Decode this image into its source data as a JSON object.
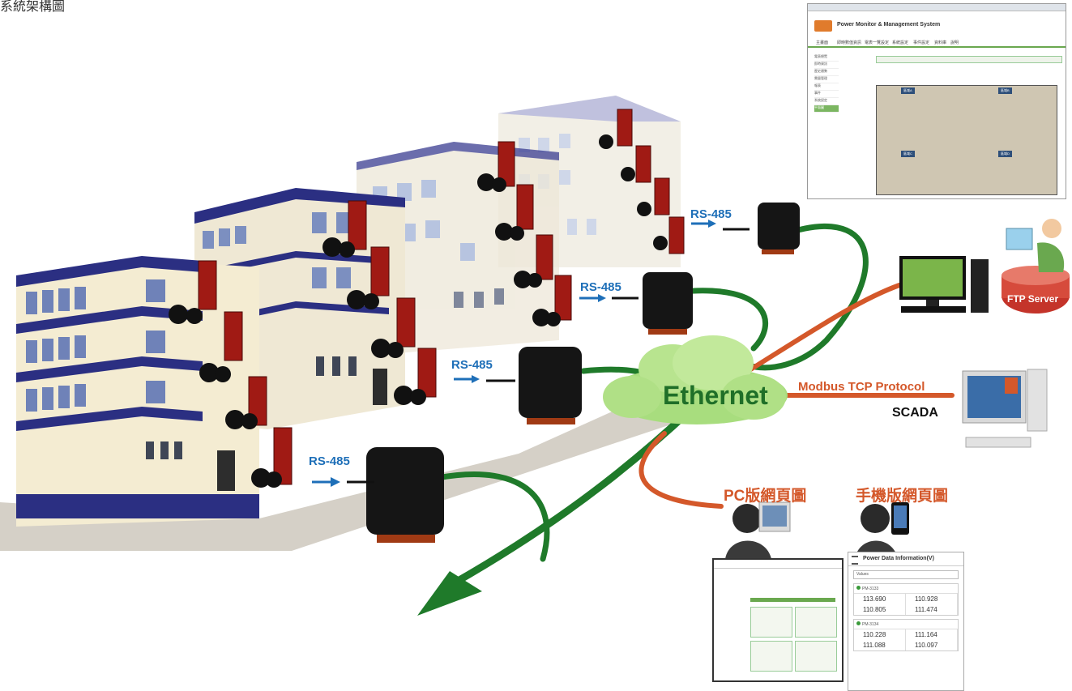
{
  "header_caption": "系統架構圖",
  "labels": {
    "rs485_1": "RS-485",
    "rs485_2": "RS-485",
    "rs485_3": "RS-485",
    "rs485_4": "RS-485",
    "ethernet": "Ethernet",
    "ftp": "FTP Server",
    "modbus": "Modbus TCP Protocol",
    "scada": "SCADA",
    "pc_web": "PC版網頁圖",
    "mobile_web": "手機版網頁圖"
  },
  "screenshot": {
    "title": "Power Monitor & Management System",
    "tabs": [
      "主畫面",
      "即時數值資訊",
      "電表一覽設定",
      "系統設定",
      "事件設定",
      "資料庫",
      "說明"
    ],
    "side": [
      "電表總覽",
      "即時資訊",
      "歷史趨勢",
      "需量管理",
      "報表",
      "事件",
      "系統設定",
      "平面圖"
    ],
    "room_tags": [
      "區域A",
      "區域B",
      "區域C",
      "區域D"
    ]
  },
  "mobile": {
    "title": "Power Data Information(V)",
    "select": "Values",
    "group1": "PM-3133",
    "group1_values": [
      "113.690",
      "110.928",
      "110.805",
      "111.474"
    ],
    "group2": "PM-3134",
    "group2_values": [
      "110.228",
      "111.164",
      "111.088",
      "110.097"
    ]
  },
  "colors": {
    "ethernet_green": "#1f7a2a",
    "cloud": "#a8dd7e",
    "orange_line": "#d4582a",
    "rs_blue": "#1e6fb8",
    "meter_red": "#a01a14",
    "building_blue": "#2b2f82"
  }
}
